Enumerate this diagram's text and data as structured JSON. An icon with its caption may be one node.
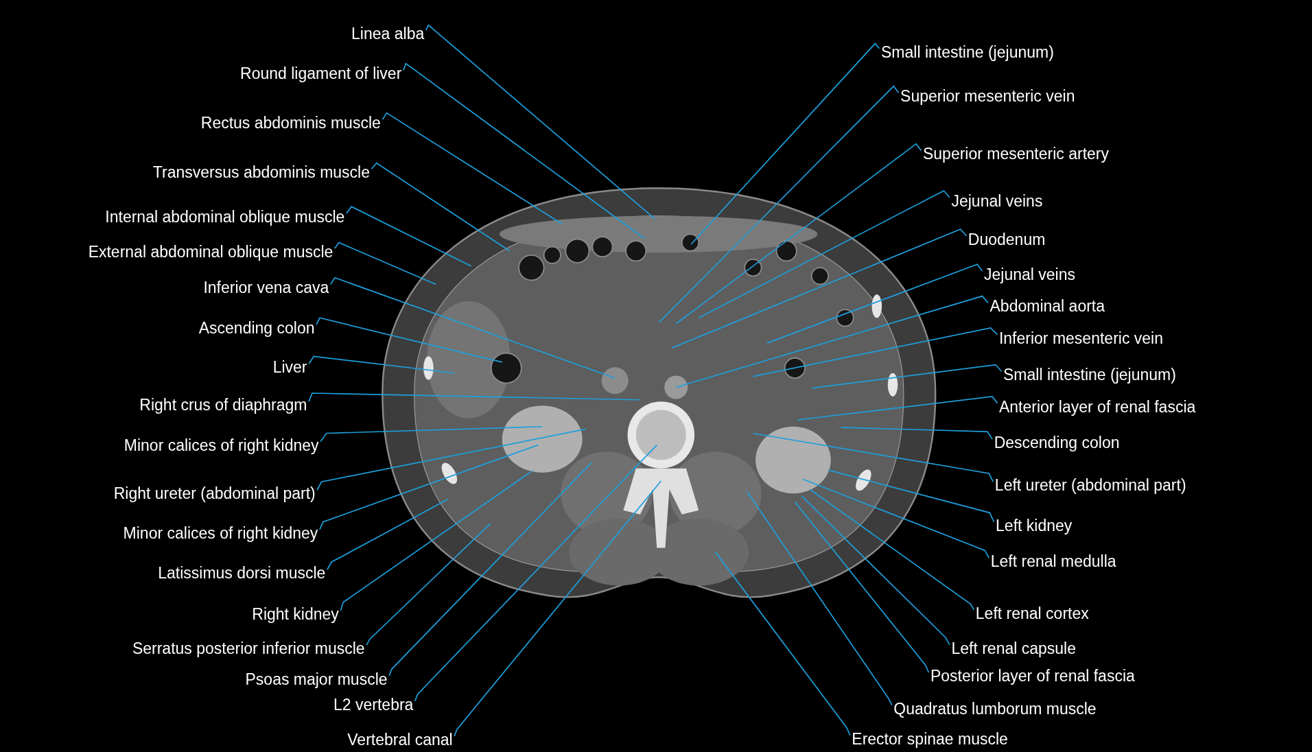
{
  "diagram": {
    "nodes": [
      {
        "text": [
          "Linea alba"
        ]
      },
      {
        "text": [
          "Round ligament of liver"
        ]
      },
      {
        "text": [
          "Rectus abdominis muscle"
        ]
      },
      {
        "text": [
          "Transversus abdominis muscle"
        ]
      },
      {
        "text": [
          "Internal abdominal oblique muscle"
        ]
      },
      {
        "text": [
          "External abdominal oblique muscle"
        ]
      },
      {
        "text": [
          "Inferior vena cava"
        ]
      },
      {
        "text": [
          "Ascending colon"
        ]
      },
      {
        "text": [
          "Liver"
        ]
      },
      {
        "text": [
          "Right crus of diaphragm"
        ]
      },
      {
        "text": [
          "Minor calices of right kidney"
        ]
      },
      {
        "text": [
          "Right ureter (abdominal part)"
        ]
      },
      {
        "text": [
          "Minor calices of right kidney"
        ]
      },
      {
        "text": [
          "Latissimus dorsi muscle"
        ]
      },
      {
        "text": [
          "Right kidney"
        ]
      },
      {
        "text": [
          "Serratus posterior inferior muscle"
        ]
      },
      {
        "text": [
          "Psoas major muscle"
        ]
      },
      {
        "text": [
          "L2 vertebra"
        ]
      },
      {
        "text": [
          "Vertebral canal"
        ]
      },
      {
        "text": [
          "Small intestine (jejunum)"
        ]
      },
      {
        "text": [
          "Superior mesenteric vein"
        ]
      },
      {
        "text": [
          "Superior mesenteric artery"
        ]
      },
      {
        "text": [
          "Jejunal veins"
        ]
      },
      {
        "text": [
          "Duodenum"
        ]
      },
      {
        "text": [
          "Jejunal veins"
        ]
      },
      {
        "text": [
          "Abdominal aorta"
        ]
      },
      {
        "text": [
          "Inferior mesenteric vein"
        ]
      },
      {
        "text": [
          "Small intestine (jejunum)"
        ]
      },
      {
        "text": [
          "Anterior layer of renal fascia"
        ]
      },
      {
        "text": [
          "Descending colon"
        ]
      },
      {
        "text": [
          "Left ureter (abdominal part)"
        ]
      },
      {
        "text": [
          "Left kidney"
        ]
      },
      {
        "text": [
          "Left renal medulla"
        ]
      },
      {
        "text": [
          "Left renal cortex"
        ]
      },
      {
        "text": [
          "Left renal capsule"
        ]
      },
      {
        "text": [
          "Posterior layer of renal fascia"
        ]
      },
      {
        "text": [
          "Quadratus lumborum muscle"
        ]
      },
      {
        "text": [
          "Erector spinae muscle"
        ]
      }
    ],
    "edges": [
      {
        "from": 0,
        "to": null,
        "arrow": "none"
      },
      {
        "from": 1,
        "to": null,
        "arrow": "none"
      },
      {
        "from": 2,
        "to": null,
        "arrow": "none"
      },
      {
        "from": 3,
        "to": null,
        "arrow": "none"
      },
      {
        "from": 4,
        "to": null,
        "arrow": "none"
      },
      {
        "from": 5,
        "to": null,
        "arrow": "none"
      },
      {
        "from": 6,
        "to": null,
        "arrow": "none"
      },
      {
        "from": 7,
        "to": null,
        "arrow": "none"
      },
      {
        "from": 8,
        "to": null,
        "arrow": "none"
      },
      {
        "from": 9,
        "to": null,
        "arrow": "none"
      },
      {
        "from": 10,
        "to": null,
        "arrow": "none"
      },
      {
        "from": 11,
        "to": null,
        "arrow": "none"
      },
      {
        "from": 12,
        "to": null,
        "arrow": "none"
      },
      {
        "from": 13,
        "to": null,
        "arrow": "none"
      },
      {
        "from": 14,
        "to": null,
        "arrow": "none"
      },
      {
        "from": 15,
        "to": null,
        "arrow": "none"
      },
      {
        "from": 16,
        "to": null,
        "arrow": "none"
      },
      {
        "from": 17,
        "to": null,
        "arrow": "none"
      },
      {
        "from": 18,
        "to": null,
        "arrow": "none"
      },
      {
        "from": 19,
        "to": null,
        "arrow": "none"
      },
      {
        "from": 20,
        "to": null,
        "arrow": "none"
      },
      {
        "from": 21,
        "to": null,
        "arrow": "none"
      },
      {
        "from": 22,
        "to": null,
        "arrow": "none"
      },
      {
        "from": 23,
        "to": null,
        "arrow": "none"
      },
      {
        "from": 24,
        "to": null,
        "arrow": "none"
      },
      {
        "from": 25,
        "to": null,
        "arrow": "none"
      },
      {
        "from": 26,
        "to": null,
        "arrow": "none"
      },
      {
        "from": 27,
        "to": null,
        "arrow": "none"
      },
      {
        "from": 28,
        "to": null,
        "arrow": "none"
      },
      {
        "from": 29,
        "to": null,
        "arrow": "none"
      },
      {
        "from": 30,
        "to": null,
        "arrow": "none"
      },
      {
        "from": 31,
        "to": null,
        "arrow": "none"
      },
      {
        "from": 32,
        "to": null,
        "arrow": "none"
      },
      {
        "from": 33,
        "to": null,
        "arrow": "none"
      },
      {
        "from": 34,
        "to": null,
        "arrow": "none"
      },
      {
        "from": 35,
        "to": null,
        "arrow": "none"
      },
      {
        "from": 36,
        "to": null,
        "arrow": "none"
      },
      {
        "from": 37,
        "to": null,
        "arrow": "none"
      }
    ]
  }
}
